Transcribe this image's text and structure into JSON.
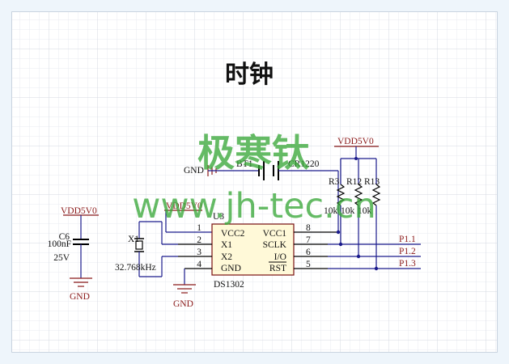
{
  "title": "时钟",
  "watermark": {
    "line1": "极寒钛",
    "line2": "www.jh-tec.cn",
    "color": "#3aa83a"
  },
  "colors": {
    "wire": "#1a1a8c",
    "power": "#8b1a1a",
    "body": "#000000",
    "chip_fill": "#fff9d8",
    "grid": "#d9dde6",
    "frame_bg": "#eef5fb"
  },
  "capacitor": {
    "power_label": "VDD5V0",
    "ref": "C6",
    "value": "100nF",
    "voltage": "25V",
    "gnd_label": "GND"
  },
  "crystal": {
    "ref": "X1",
    "freq": "32.768kHz"
  },
  "chip": {
    "ref": "U3",
    "part": "DS1302",
    "power_label": "VDD5V0",
    "gnd_label": "GND",
    "left_pins": [
      {
        "num": "1",
        "name": "VCC2"
      },
      {
        "num": "2",
        "name": "X1"
      },
      {
        "num": "3",
        "name": "X2"
      },
      {
        "num": "4",
        "name": "GND"
      }
    ],
    "right_pins": [
      {
        "num": "8",
        "name": "VCC1"
      },
      {
        "num": "7",
        "name": "SCLK"
      },
      {
        "num": "6",
        "name": "I/O"
      },
      {
        "num": "5",
        "name": "RST"
      }
    ]
  },
  "battery": {
    "ref": "BT1",
    "part": "CR1220",
    "gnd_label": "GND"
  },
  "resistors": {
    "power_label": "VDD5V0",
    "refs": [
      "R3",
      "R12",
      "R13"
    ],
    "values": [
      "10k",
      "10k",
      "10k"
    ]
  },
  "nets": [
    "P1.1",
    "P1.2",
    "P1.3"
  ]
}
